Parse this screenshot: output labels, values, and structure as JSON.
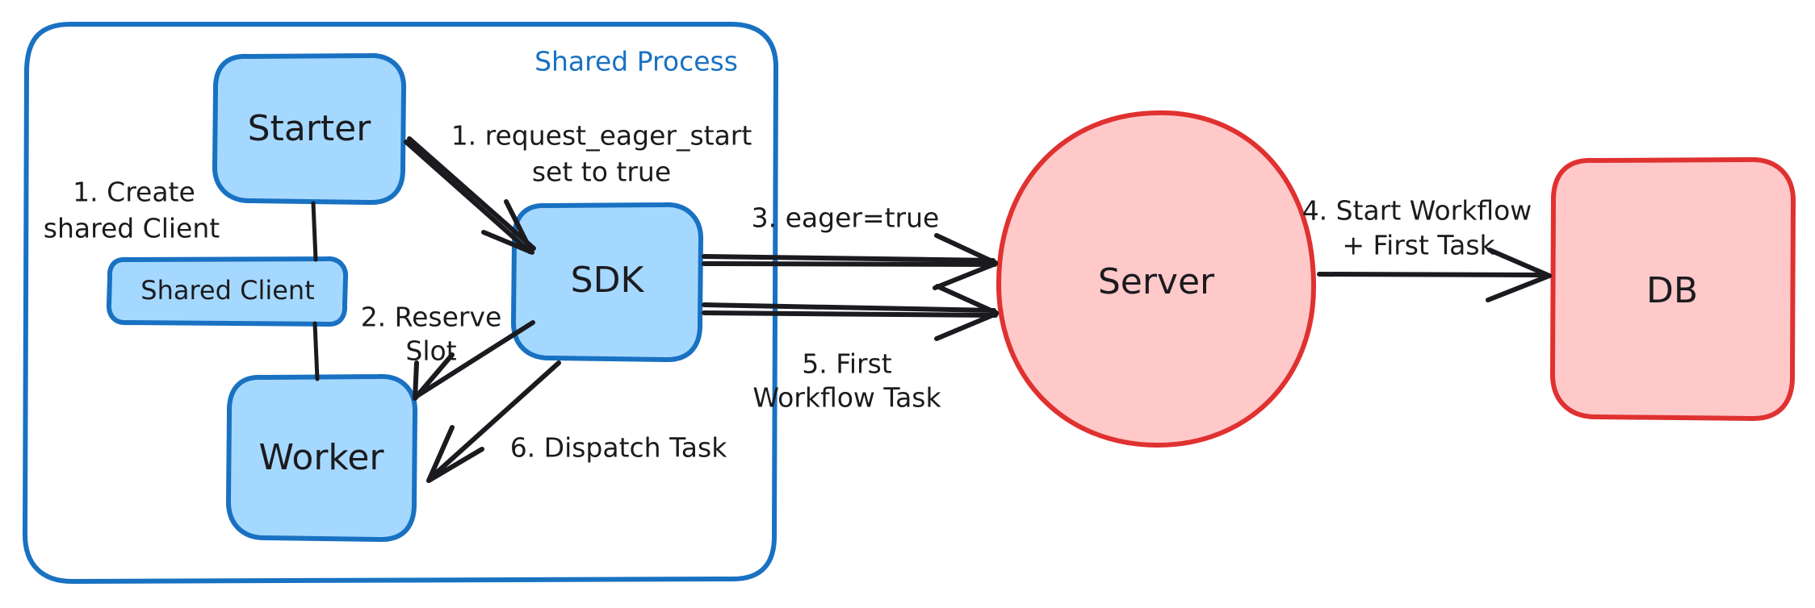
{
  "diagram": {
    "title": "Eager Workflow Start flow",
    "background": "#ffffff",
    "colors": {
      "blue_fill": "#a5d8ff",
      "blue_stroke": "#1971c2",
      "red_fill": "#ffc9c9",
      "red_stroke": "#e03131",
      "ink": "#1b1b1f"
    }
  },
  "group": {
    "title": "Shared Process"
  },
  "nodes": {
    "starter": {
      "label": "Starter"
    },
    "shared_client": {
      "label": "Shared Client"
    },
    "worker": {
      "label": "Worker"
    },
    "sdk": {
      "label": "SDK"
    },
    "server": {
      "label": "Server"
    },
    "db": {
      "label": "DB"
    }
  },
  "edges": [
    {
      "id": "create-shared-client",
      "from": "starter",
      "to": "worker",
      "label_lines": [
        "1. Create",
        "shared Client"
      ],
      "arrow": false
    },
    {
      "id": "request-eager-start",
      "from": "starter",
      "to": "sdk",
      "label_lines": [
        "1. request_eager_start",
        "set to true"
      ],
      "arrow": true
    },
    {
      "id": "reserve-slot",
      "from": "sdk",
      "to": "worker",
      "label_lines": [
        "2. Reserve",
        "Slot"
      ],
      "arrow": true
    },
    {
      "id": "eager-true",
      "from": "sdk",
      "to": "server",
      "label_lines": [
        "3. eager=true"
      ],
      "arrow": true
    },
    {
      "id": "start-workflow-first-task",
      "from": "server",
      "to": "db",
      "label_lines": [
        "4. Start Workflow",
        "+ First Task"
      ],
      "arrow": true
    },
    {
      "id": "first-workflow-task",
      "from": "server",
      "to": "sdk",
      "label_lines": [
        "5. First",
        "Workflow Task"
      ],
      "arrow": true
    },
    {
      "id": "dispatch-task",
      "from": "sdk",
      "to": "worker",
      "label_lines": [
        "6. Dispatch Task"
      ],
      "arrow": true
    }
  ],
  "labels": {
    "create_line1": "1. Create",
    "create_line2": "shared Client",
    "request_line1": "1. request_eager_start",
    "request_line2": "set to true",
    "reserve_line1": "2. Reserve",
    "reserve_line2": "Slot",
    "eager_line1": "3. eager=true",
    "start_line1": "4. Start Workflow",
    "start_line2": "+ First Task",
    "first_line1": "5. First",
    "first_line2": "Workflow Task",
    "dispatch_line1": "6. Dispatch Task"
  }
}
